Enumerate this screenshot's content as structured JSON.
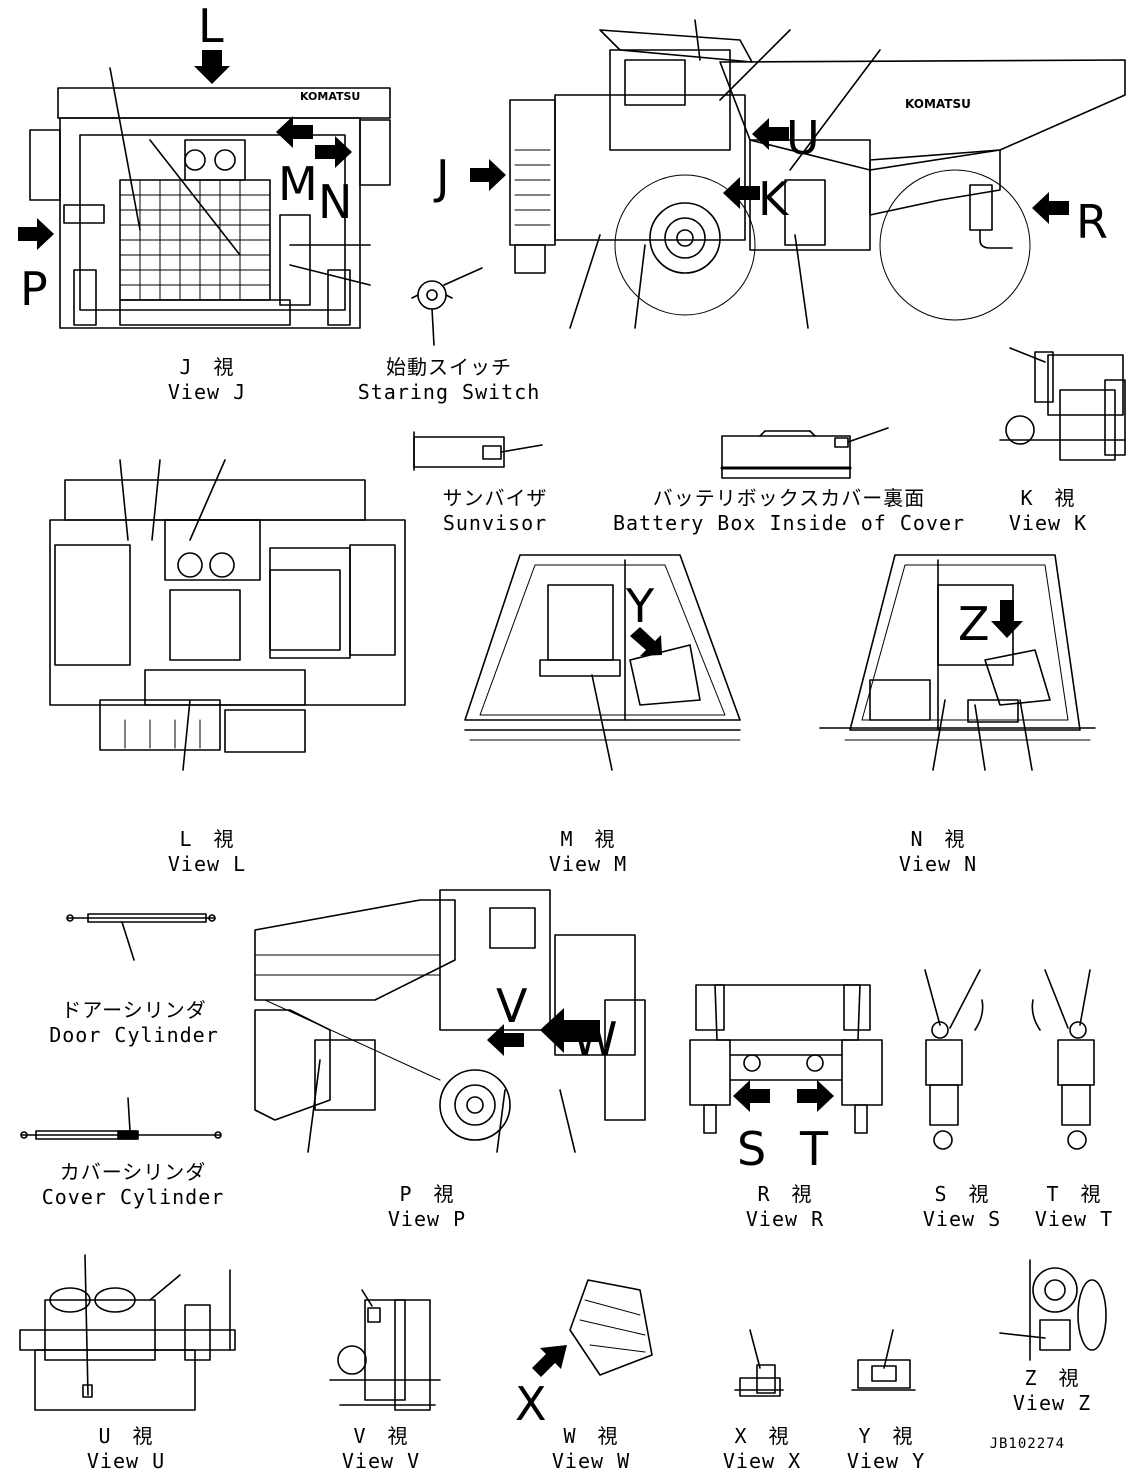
{
  "arrow_letters": {
    "L": "L",
    "M": "M",
    "N": "N",
    "J": "J",
    "P": "P",
    "U": "U",
    "K": "K",
    "R": "R",
    "Y": "Y",
    "Z": "Z",
    "V": "V",
    "W": "W",
    "S": "S",
    "T": "T",
    "X": "X"
  },
  "nameplates": {
    "komatsu": "KOMATSU"
  },
  "captions": {
    "view_j": {
      "jp": "J　視",
      "en": "View J"
    },
    "starting_switch": {
      "jp": "始動スイッチ",
      "en": "Staring Switch"
    },
    "sunvisor": {
      "jp": "サンバイザ",
      "en": "Sunvisor"
    },
    "battery_box": {
      "jp": "バッテリボックスカバー裏面",
      "en": "Battery Box Inside of Cover"
    },
    "view_k": {
      "jp": "K　視",
      "en": "View K"
    },
    "view_l": {
      "jp": "L　視",
      "en": "View L"
    },
    "view_m": {
      "jp": "M　視",
      "en": "View M"
    },
    "view_n": {
      "jp": "N　視",
      "en": "View N"
    },
    "door_cylinder": {
      "jp": "ドアーシリンダ",
      "en": "Door Cylinder"
    },
    "cover_cylinder": {
      "jp": "カバーシリンダ",
      "en": "Cover Cylinder"
    },
    "view_p": {
      "jp": "P　視",
      "en": "View P"
    },
    "view_r": {
      "jp": "R　視",
      "en": "View R"
    },
    "view_s": {
      "jp": "S　視",
      "en": "View S"
    },
    "view_t": {
      "jp": "T　視",
      "en": "View T"
    },
    "view_u": {
      "jp": "U　視",
      "en": "View U"
    },
    "view_v": {
      "jp": "V　視",
      "en": "View V"
    },
    "view_w": {
      "jp": "W　視",
      "en": "View W"
    },
    "view_x": {
      "jp": "X　視",
      "en": "View X"
    },
    "view_y": {
      "jp": "Y　視",
      "en": "View Y"
    },
    "view_z": {
      "jp": "Z　視",
      "en": "View Z"
    }
  },
  "drawing_code": "JB102274"
}
